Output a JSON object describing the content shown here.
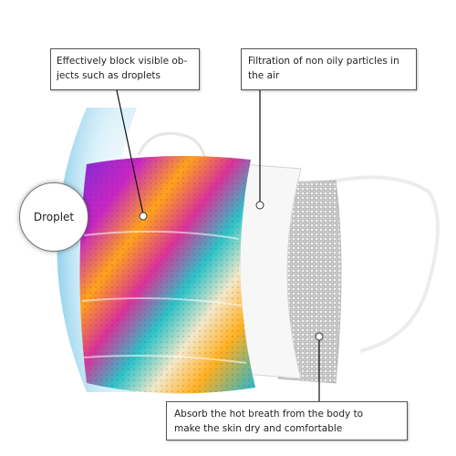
{
  "callouts": {
    "block": {
      "line1": "Effectively block visible ob-",
      "line2": "jects such as droplets"
    },
    "filter": {
      "line1": "Filtration of non oily particles in",
      "line2": "the air"
    },
    "absorb": {
      "line1": "Absorb the hot breath from the body to",
      "line2": "make the skin dry and comfortable"
    }
  },
  "badge": {
    "label": "Droplet"
  },
  "colors": {
    "shield_blue": "#9fd6ee",
    "magenta": "#c026c8",
    "orange": "#ffa31a",
    "teal": "#2cc3c8",
    "inner_white": "#f7f7f7",
    "mesh_gray": "#8e8e8e"
  }
}
